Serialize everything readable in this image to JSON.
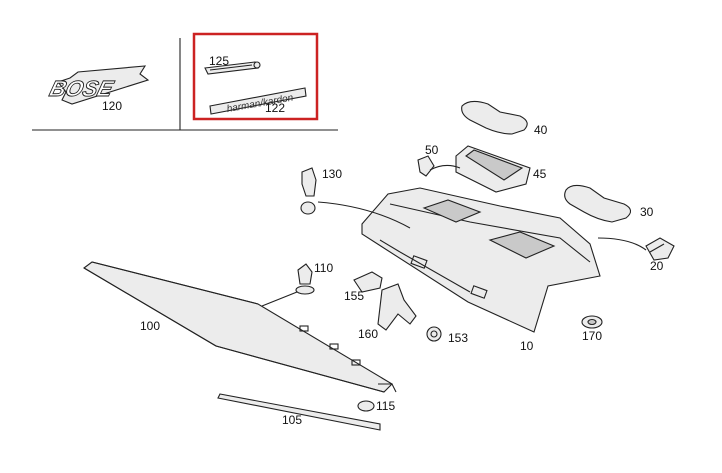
{
  "diagram": {
    "top_box": {
      "highlight_color": "#cc2222"
    },
    "parts": [
      {
        "id": "120",
        "label": "120",
        "text": "BOSE"
      },
      {
        "id": "125",
        "label": "125"
      },
      {
        "id": "122",
        "label": "122",
        "text": "harman/kardon"
      },
      {
        "id": "130",
        "label": "130"
      },
      {
        "id": "50",
        "label": "50"
      },
      {
        "id": "45",
        "label": "45"
      },
      {
        "id": "40",
        "label": "40"
      },
      {
        "id": "30",
        "label": "30"
      },
      {
        "id": "20",
        "label": "20"
      },
      {
        "id": "110",
        "label": "110"
      },
      {
        "id": "155",
        "label": "155"
      },
      {
        "id": "100",
        "label": "100"
      },
      {
        "id": "160",
        "label": "160"
      },
      {
        "id": "153",
        "label": "153"
      },
      {
        "id": "10",
        "label": "10"
      },
      {
        "id": "170",
        "label": "170"
      },
      {
        "id": "115",
        "label": "115"
      },
      {
        "id": "105",
        "label": "105"
      }
    ]
  }
}
